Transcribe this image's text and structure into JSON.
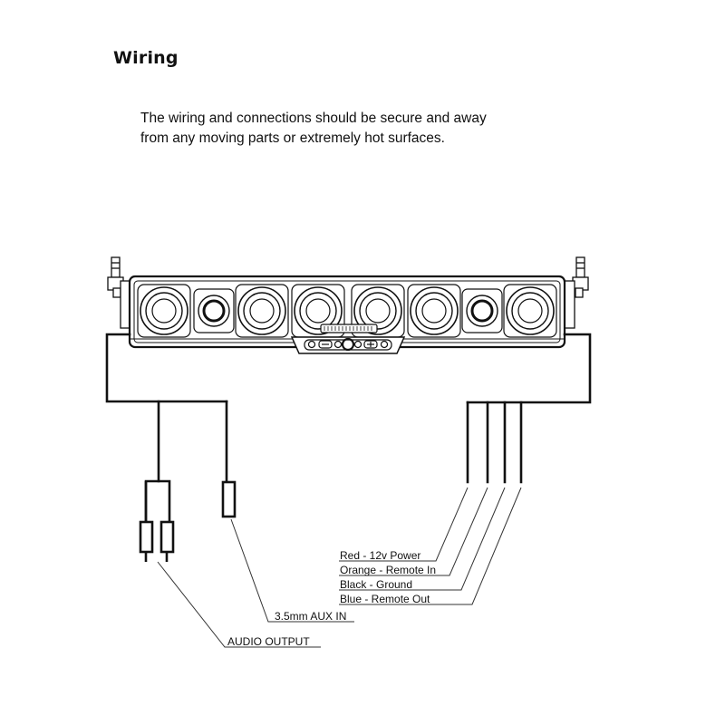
{
  "section": {
    "title": "Wiring",
    "intro_line1": "The wiring and connections should be secure and away",
    "intro_line2": "from any moving parts or extremely hot surfaces."
  },
  "diagram": {
    "labels": {
      "red": "Red - 12v Power",
      "orange": "Orange - Remote In",
      "black": "Black - Ground",
      "blue": "Blue - Remote Out",
      "aux": "3.5mm AUX IN",
      "audio": "AUDIO OUTPUT"
    }
  }
}
